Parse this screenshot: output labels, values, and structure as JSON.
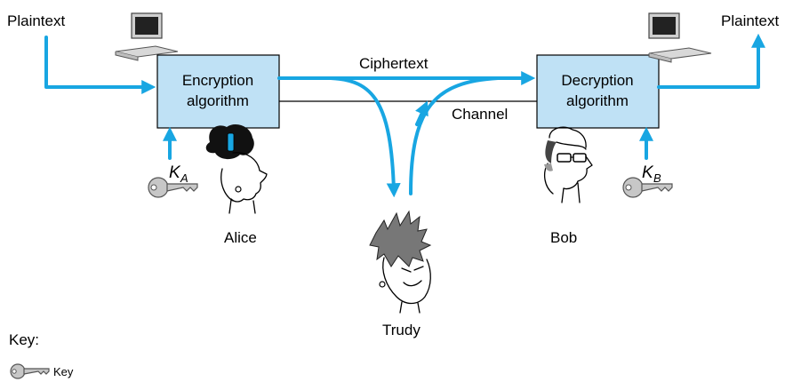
{
  "plaintext_left": "Plaintext",
  "plaintext_right": "Plaintext",
  "encryption_box": {
    "line1": "Encryption",
    "line2": "algorithm"
  },
  "decryption_box": {
    "line1": "Decryption",
    "line2": "algorithm"
  },
  "ciphertext_label": "Ciphertext",
  "channel_label": "Channel",
  "key_a": {
    "symbol": "K",
    "subscript": "A"
  },
  "key_b": {
    "symbol": "K",
    "subscript": "B"
  },
  "people": {
    "alice": "Alice",
    "bob": "Bob",
    "trudy": "Trudy"
  },
  "legend": {
    "title": "Key:",
    "key_label": "Key"
  },
  "colors": {
    "arrow": "#18a6e2",
    "box_fill": "#bfe1f5"
  }
}
